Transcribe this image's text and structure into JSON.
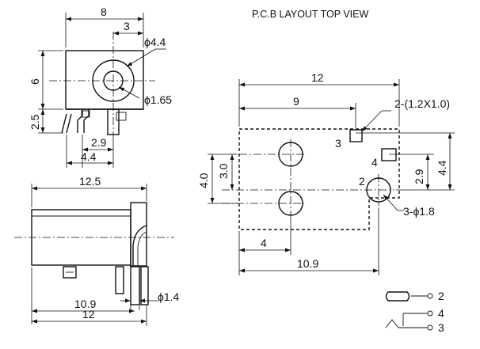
{
  "title": "P.C.B LAYOUT    TOP VIEW",
  "front_view": {
    "width": "8",
    "offset": "3",
    "hole_dia": "ϕ4.4",
    "height": "6",
    "pin_dia": "ϕ1.65",
    "pin_height": "2.5",
    "pitch_a": "2.9",
    "pitch_b": "4.4"
  },
  "side_view": {
    "length": "12.5",
    "lead_pitch": "10.9",
    "lead_length": "12",
    "lead_dia": "ϕ1.4"
  },
  "pcb_layout": {
    "total": "12",
    "pos_9": "9",
    "slot_note": "2-(1.2X1.0)",
    "pin3_label": "3",
    "pin4_label": "4",
    "pin2_label": "2",
    "dim_3_0": "3.0",
    "dim_4_0": "4.0",
    "dim_2_9": "2.9",
    "dim_4_4": "4.4",
    "hole_note": "3-ϕ1.8",
    "dim_4": "4",
    "dim_10_9": "10.9"
  },
  "schematic": {
    "pin2": "2",
    "pin4": "4",
    "pin3": "3"
  }
}
